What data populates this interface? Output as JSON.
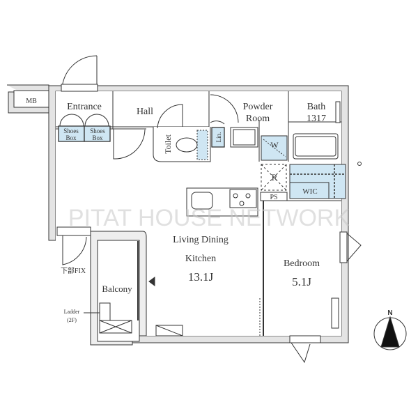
{
  "rooms": {
    "mb": "MB",
    "entrance": "Entrance",
    "hall": "Hall",
    "powder_room_line1": "Powder",
    "powder_room_line2": "Room",
    "bath": "Bath",
    "bath_size": "1317",
    "shoes_box_1_line1": "Shoes",
    "shoes_box_1_line2": "Box",
    "shoes_box_2_line1": "Shoes",
    "shoes_box_2_line2": "Box",
    "toilet": "Toilet",
    "linen": "Lin.",
    "washer": "W",
    "refrigerator": "R",
    "wic": "WIC",
    "ps": "PS",
    "ldk_line1": "Living Dining",
    "ldk_line2": "Kitchen",
    "ldk_size": "13.1J",
    "bedroom": "Bedroom",
    "bedroom_size": "5.1J",
    "balcony": "Balcony",
    "fix_window": "下部FIX",
    "ladder": "Ladder",
    "ladder_floor": "(2F)"
  },
  "compass": {
    "north": "N"
  },
  "watermark": "PITAT HOUSE NETWORK",
  "colors": {
    "fixture_blue": "#cfe6f3",
    "wall": "#e2e2e2",
    "line": "#333333"
  }
}
